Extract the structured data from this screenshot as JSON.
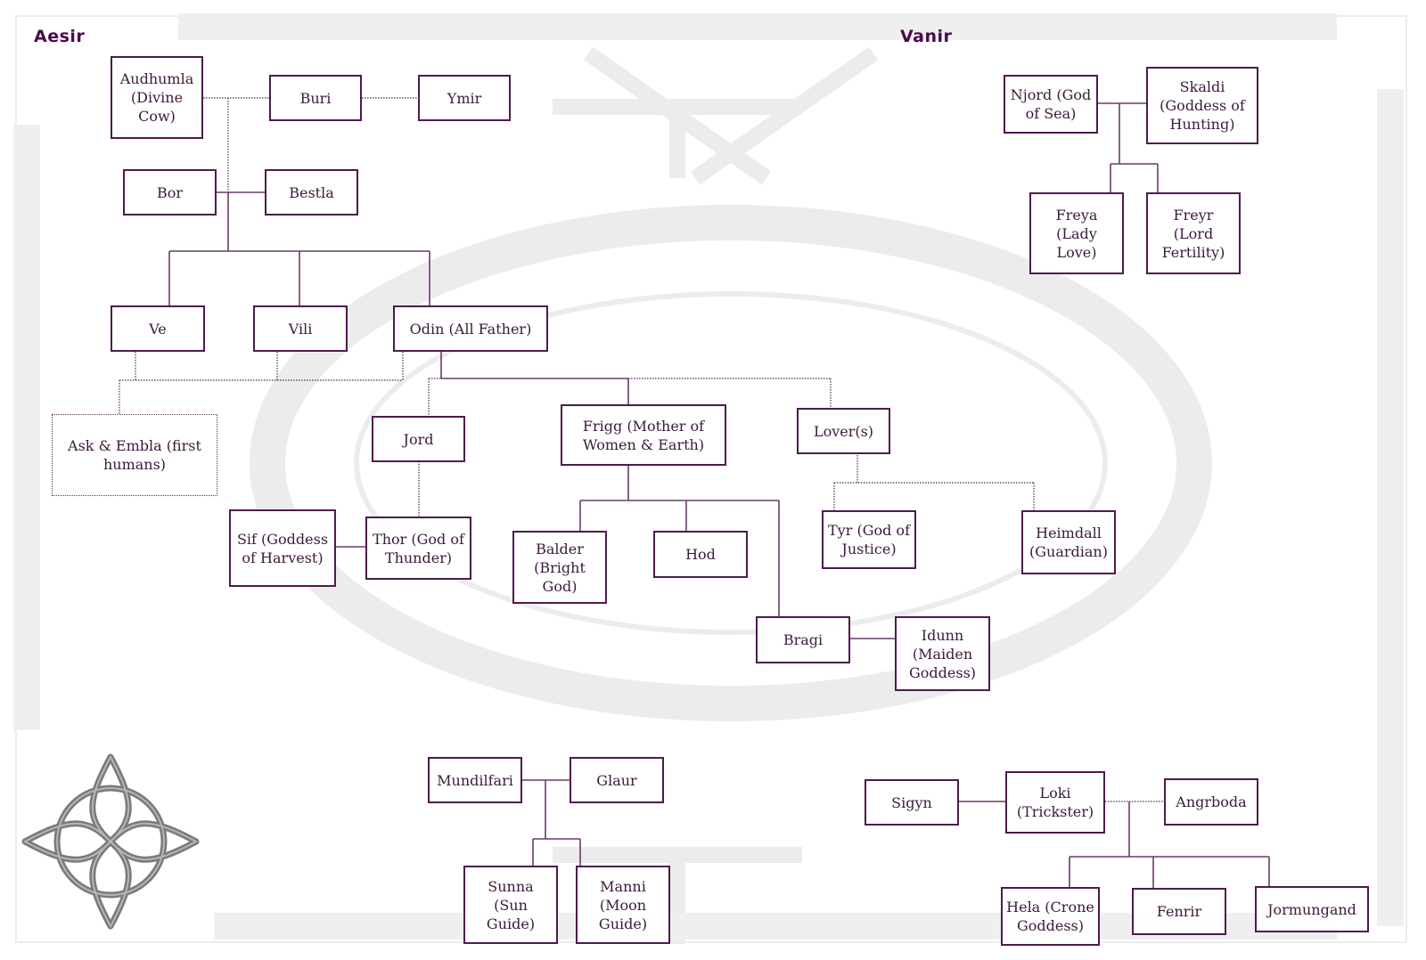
{
  "headings": {
    "aesir": "Aesir",
    "vanir": "Vanir"
  },
  "colors": {
    "heading": "#4a0a4a",
    "box_border": "#4e1a4e",
    "connector": "#6a3a6a",
    "text": "#3b1a3b"
  },
  "aesir": {
    "audhumla": "Audhumla\n(Divine\nCow)",
    "buri": "Buri",
    "ymir": "Ymir",
    "bor": "Bor",
    "bestla": "Bestla",
    "ve": "Ve",
    "vili": "Vili",
    "odin": "Odin (All Father)",
    "ask_embla": "Ask & Embla (first\nhumans)",
    "jord": "Jord",
    "frigg": "Frigg (Mother of\nWomen & Earth)",
    "lovers": "Lover(s)",
    "sif": "Sif (Goddess\nof Harvest)",
    "thor": "Thor (God of\nThunder)",
    "balder": "Balder\n(Bright\nGod)",
    "hod": "Hod",
    "bragi": "Bragi",
    "idunn": "Idunn\n(Maiden\nGoddess)",
    "tyr": "Tyr (God of\nJustice)",
    "heimdall": "Heimdall\n(Guardian)"
  },
  "vanir": {
    "njord": "Njord (God\nof Sea)",
    "skaldi": "Skaldi\n(Goddess of\nHunting)",
    "freya": "Freya\n(Lady\nLove)",
    "freyr": "Freyr\n(Lord\nFertility)"
  },
  "sun_moon": {
    "mundilfari": "Mundilfari",
    "glaur": "Glaur",
    "sunna": "Sunna\n(Sun\nGuide)",
    "manni": "Manni\n(Moon\nGuide)"
  },
  "loki_family": {
    "sigyn": "Sigyn",
    "loki": "Loki\n(Trickster)",
    "angrboda": "Angrboda",
    "hela": "Hela (Crone\nGoddess)",
    "fenrir": "Fenrir",
    "jormungand": "Jormungand"
  },
  "decorations": {
    "corner_icon": "celtic-knot-icon"
  }
}
